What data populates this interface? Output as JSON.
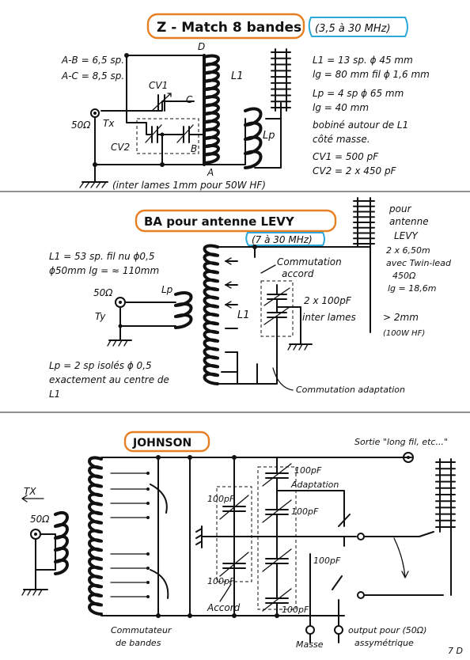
{
  "colors": {
    "ink": "#111111",
    "highlight_orange": "#e67e22",
    "highlight_blue": "#2aa9d8"
  },
  "page": {
    "sheet_number": "7 D"
  },
  "section1": {
    "title": "Z - Match  8 bandes",
    "range": "(3,5 à 30 MHz)",
    "lbl_AB": "A-B = 6,5 sp.",
    "lbl_AC": "A-C = 8,5 sp.",
    "lbl_D": "D",
    "lbl_A": "A",
    "lbl_B": "B",
    "lbl_C": "C",
    "lbl_CV1": "CV1",
    "lbl_CV2": "CV2",
    "lbl_50": "50Ω",
    "lbl_Tx": "Tx",
    "lbl_L1": "L1",
    "lbl_Lp": "Lp",
    "note_lines": [
      "L1 = 13 sp. ϕ 45 mm",
      "lg = 80 mm  fil ϕ 1,6 mm",
      "Lp = 4 sp ϕ 65 mm",
      "lg = 40 mm",
      "bobiné autour de L1",
      "côté masse.",
      "CV1 = 500 pF",
      "CV2 = 2 x 450 pF"
    ],
    "footnote": "(inter lames 1mm  pour  50W HF)"
  },
  "section2": {
    "title": "BA pour antenne  LEVY",
    "range": "(7 à 30 MHz)",
    "spec1": "L1 = 53 sp. fil nu ϕ0,5",
    "spec2": "ϕ50mm  lg = ≈ 110mm",
    "lbl_50": "50Ω",
    "lbl_Ty": "Ty",
    "lbl_Lp": "Lp",
    "lbl_L1": "L1",
    "antenna_label": [
      "pour",
      "antenne",
      "LEVY"
    ],
    "antenna_specs": [
      "2 x 6,50m",
      "avec Twin-lead",
      "450Ω",
      "lg = 18,6m"
    ],
    "commut_accord": [
      "Commutation",
      "accord"
    ],
    "cap_label": "2 x 100pF",
    "cap_note": "inter lames",
    "gap_note": "> 2mm",
    "power_note": "(100W HF)",
    "lp_note": [
      "Lp = 2 sp isolés ϕ 0,5",
      "exactement au centre de",
      "L1"
    ],
    "commut_adapt": "Commutation adaptation"
  },
  "section3": {
    "title": "JOHNSON",
    "lbl_Tx": "TX",
    "lbl_50": "50Ω",
    "out_label": "Sortie \"long fil, etc...\"",
    "cap_100_a": "100pF",
    "cap_100_b": "100pF",
    "cap_100_c": "100pF",
    "cap_100_d": "100pF",
    "cap_100_e": "100pF",
    "cap_100_f": "100pF",
    "adaptation": "Adaptation",
    "commut_bandes": [
      "Commutateur",
      "de bandes"
    ],
    "accord": "Accord",
    "masse": "Masse",
    "output_note": [
      "output pour (50Ω)",
      "assymétrique"
    ]
  }
}
